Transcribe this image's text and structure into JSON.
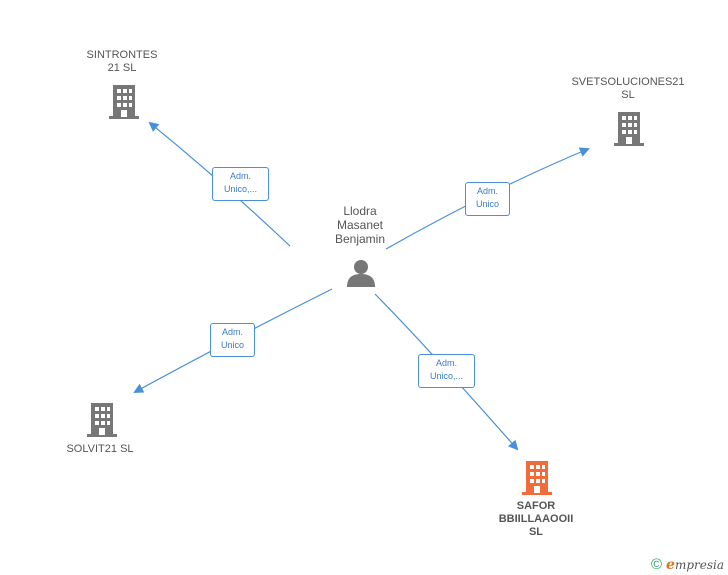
{
  "center": {
    "name_lines": [
      "Llodra",
      "Masanet",
      "Benjamin"
    ],
    "icon": "person-icon"
  },
  "companies": [
    {
      "id": "sintrontes",
      "name": "SINTRONTES\n21  SL",
      "icon": "building-icon",
      "color": "#777777",
      "highlight": false
    },
    {
      "id": "svetsoluciones",
      "name": "SVETSOLUCIONES21\nSL",
      "icon": "building-icon",
      "color": "#777777",
      "highlight": false
    },
    {
      "id": "solvit",
      "name": "SOLVIT21  SL",
      "icon": "building-icon",
      "color": "#777777",
      "highlight": false
    },
    {
      "id": "safor",
      "name": "SAFOR\nBBIILLAAOOII\nSL",
      "icon": "building-icon",
      "color": "#f26b3a",
      "highlight": true
    }
  ],
  "edges": [
    {
      "to": "sintrontes",
      "label": "Adm.\nUnico,..."
    },
    {
      "to": "svetsoluciones",
      "label": "Adm.\nUnico"
    },
    {
      "to": "solvit",
      "label": "Adm.\nUnico"
    },
    {
      "to": "safor",
      "label": "Adm.\nUnico,..."
    }
  ],
  "footer": {
    "copyright_symbol": "©",
    "brand_initial": "e",
    "brand_rest": "mpresia"
  },
  "colors": {
    "edge": "#4a90d9",
    "edge_label_text": "#3a7bc8",
    "node_icon": "#777777",
    "highlight": "#f26b3a"
  }
}
